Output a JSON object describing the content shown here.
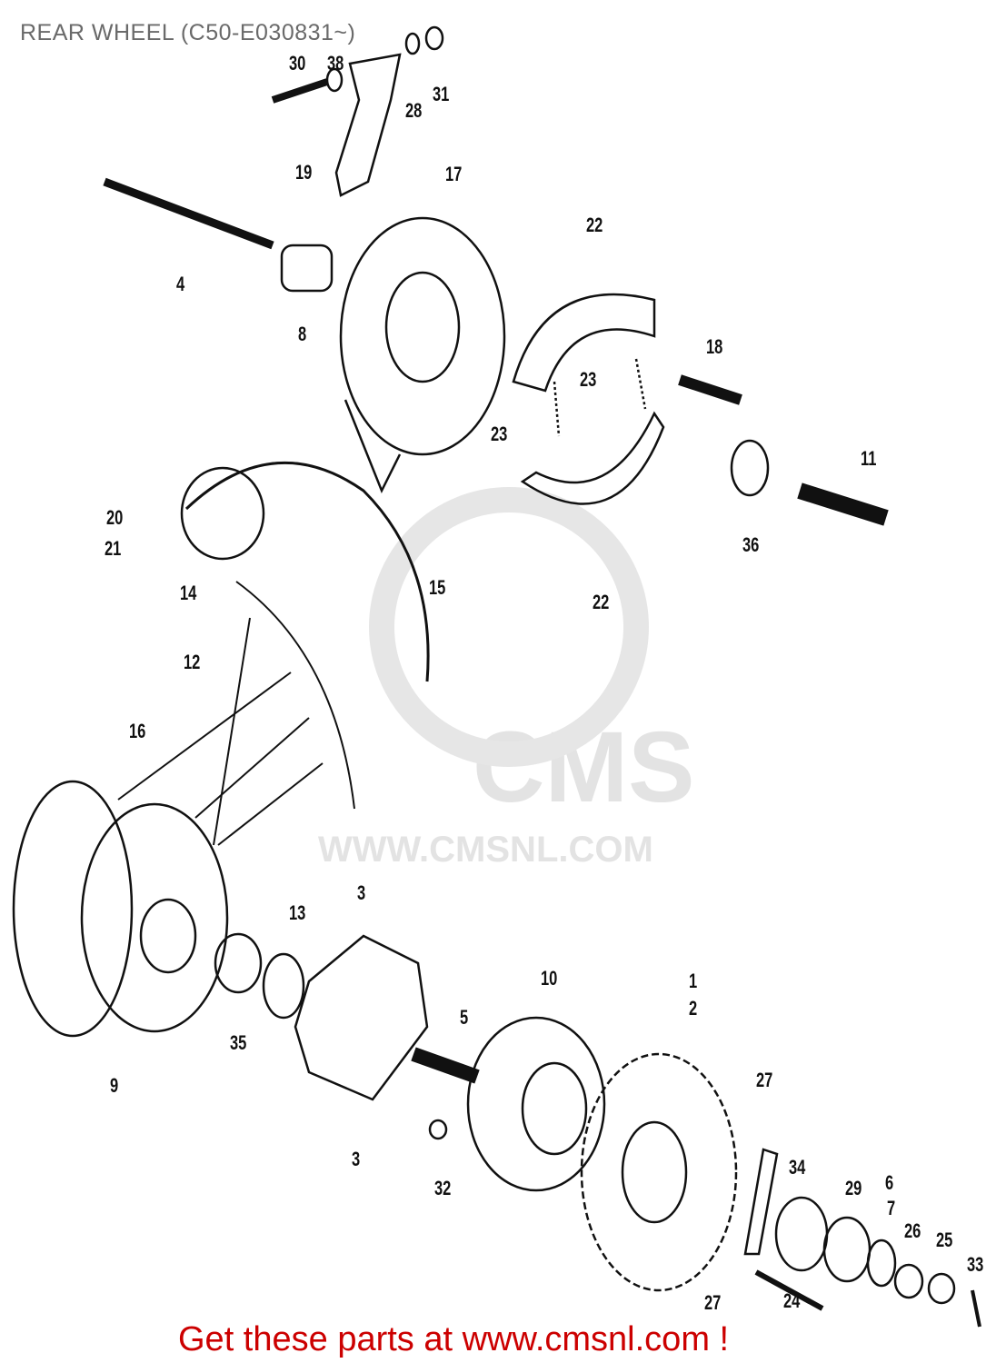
{
  "title": "REAR WHEEL (C50-E030831~)",
  "watermark": {
    "logo": "CMS",
    "url": "WWW.CMSNL.COM"
  },
  "callouts": [
    "38",
    "30",
    "28",
    "31",
    "19",
    "17",
    "4",
    "8",
    "22",
    "18",
    "23",
    "23",
    "11",
    "36",
    "22",
    "20",
    "21",
    "14",
    "15",
    "12",
    "16",
    "3",
    "13",
    "10",
    "1",
    "2",
    "5",
    "35",
    "9",
    "27",
    "3",
    "32",
    "34",
    "29",
    "6",
    "7",
    "26",
    "25",
    "33",
    "27",
    "24"
  ],
  "footer_link": "Get these parts at www.cmsnl.com !"
}
